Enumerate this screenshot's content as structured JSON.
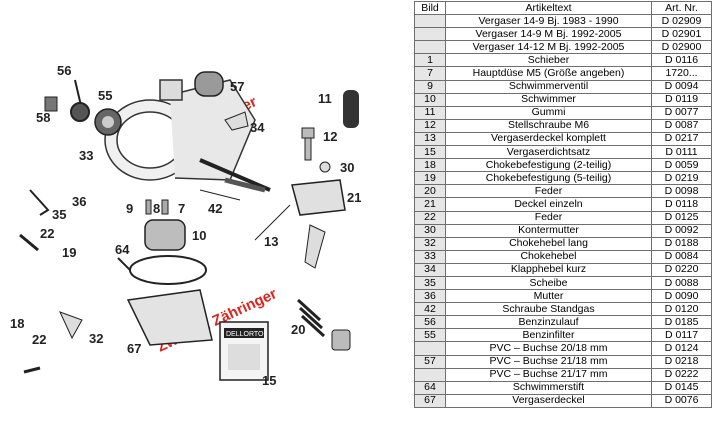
{
  "table": {
    "headers": {
      "bild": "Bild",
      "artikeltext": "Artikeltext",
      "artnr": "Art. Nr."
    },
    "rows": [
      {
        "bild": "",
        "text": "Vergaser 14-9  Bj. 1983 - 1990",
        "nr": "D 02909"
      },
      {
        "bild": "",
        "text": "Vergaser 14-9 M Bj. 1992-2005",
        "nr": "D 02901"
      },
      {
        "bild": "",
        "text": "Vergaser 14-12 M Bj. 1992-2005",
        "nr": "D 02900"
      },
      {
        "bild": "1",
        "text": "Schieber",
        "nr": "D 0116"
      },
      {
        "bild": "7",
        "text": "Hauptdüse M5 (Größe angeben)",
        "nr": "1720..."
      },
      {
        "bild": "9",
        "text": "Schwimmerventil",
        "nr": "D 0094"
      },
      {
        "bild": "10",
        "text": "Schwimmer",
        "nr": "D 0119"
      },
      {
        "bild": "11",
        "text": "Gummi",
        "nr": "D 0077"
      },
      {
        "bild": "12",
        "text": "Stellschraube M6",
        "nr": "D 0087"
      },
      {
        "bild": "13",
        "text": "Vergaserdeckel komplett",
        "nr": "D 0217"
      },
      {
        "bild": "15",
        "text": "Vergaserdichtsatz",
        "nr": "D 0111"
      },
      {
        "bild": "18",
        "text": "Chokebefestigung (2-teilig)",
        "nr": "D 0059"
      },
      {
        "bild": "19",
        "text": "Chokebefestigung (5-teilig)",
        "nr": "D 0219"
      },
      {
        "bild": "20",
        "text": "Feder",
        "nr": "D 0098"
      },
      {
        "bild": "21",
        "text": "Deckel einzeln",
        "nr": "D 0118"
      },
      {
        "bild": "22",
        "text": "Feder",
        "nr": "D 0125"
      },
      {
        "bild": "30",
        "text": "Kontermutter",
        "nr": "D 0092"
      },
      {
        "bild": "32",
        "text": "Chokehebel lang",
        "nr": "D 0188"
      },
      {
        "bild": "33",
        "text": "Chokehebel",
        "nr": "D 0084"
      },
      {
        "bild": "34",
        "text": "Klapphebel kurz",
        "nr": "D 0220"
      },
      {
        "bild": "35",
        "text": "Scheibe",
        "nr": "D 0088"
      },
      {
        "bild": "36",
        "text": "Mutter",
        "nr": "D 0090"
      },
      {
        "bild": "42",
        "text": "Schraube Standgas",
        "nr": "D 0120"
      },
      {
        "bild": "56",
        "text": "Benzinzulauf",
        "nr": "D 0185"
      },
      {
        "bild": "55",
        "text": "Benzinfilter",
        "nr": "D 0117"
      },
      {
        "bild": "",
        "text": "PVC – Buchse 20/18 mm",
        "nr": "D 0124"
      },
      {
        "bild": "57",
        "text": "PVC – Buchse 21/18 mm",
        "nr": "D 0218"
      },
      {
        "bild": "",
        "text": "PVC – Buchse 21/17 mm",
        "nr": "D 0222"
      },
      {
        "bild": "64",
        "text": "Schwimmerstift",
        "nr": "D 0145"
      },
      {
        "bild": "67",
        "text": "Vergaserdeckel",
        "nr": "D 0076"
      }
    ]
  },
  "diagram": {
    "watermark": "Zweirad Zähringer",
    "package_label": "DELLORTO",
    "part_numbers": [
      "56",
      "55",
      "57",
      "11",
      "58",
      "34",
      "12",
      "30",
      "33",
      "21",
      "35",
      "36",
      "9",
      "8",
      "7",
      "42",
      "22",
      "19",
      "10",
      "13",
      "64",
      "18",
      "22",
      "32",
      "67",
      "20",
      "15"
    ]
  }
}
